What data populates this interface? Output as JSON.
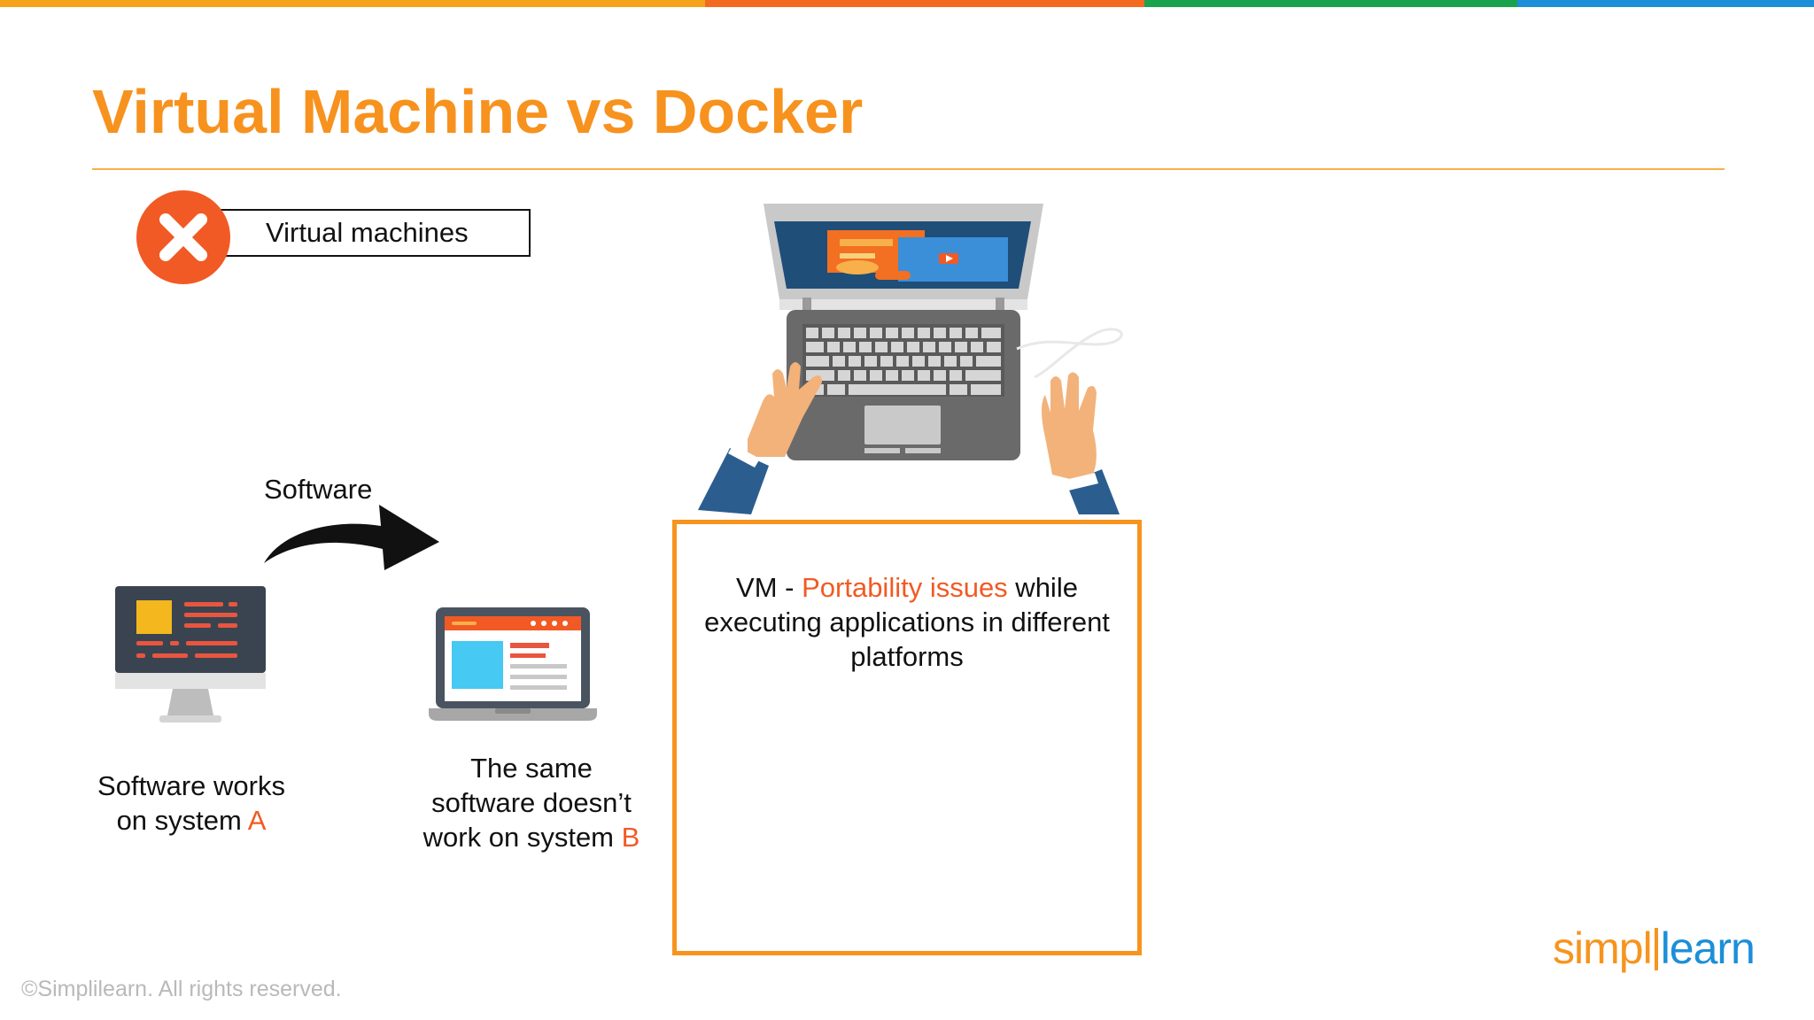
{
  "colors": {
    "orange": "#F7941D",
    "title_orange": "#F7921E",
    "red_orange": "#F15A24",
    "stripe_yellow": "#F7A21B",
    "stripe_orange": "#F26B21",
    "stripe_green": "#1BA24D",
    "stripe_blue": "#1C8FD8",
    "logo_orange": "#F7941D",
    "logo_blue": "#1C8FD8"
  },
  "slide": {
    "title": "Virtual Machine vs Docker"
  },
  "badge": {
    "icon": "close-icon",
    "label": "Virtual machines"
  },
  "transfer": {
    "label": "Software",
    "arrow_icon": "curved-arrow-icon"
  },
  "system_a": {
    "icon": "desktop-monitor-icon",
    "caption_line1": "Software works",
    "caption_line2_prefix": "on system ",
    "caption_letter": "A"
  },
  "system_b": {
    "icon": "laptop-icon",
    "caption_line1": "The same",
    "caption_line2": "software doesn’t",
    "caption_line3_prefix": "work on system ",
    "caption_letter": "B"
  },
  "illustration": {
    "icon": "laptop-typing-hands-icon"
  },
  "vm_box": {
    "prefix": "VM - ",
    "highlight": "Portability issues",
    "line1_suffix": " while",
    "line2": "executing applications in different",
    "line3": "platforms"
  },
  "logo": {
    "part1": "simpl",
    "part2": "learn"
  },
  "footer": {
    "copyright": "©Simplilearn. All rights reserved."
  }
}
